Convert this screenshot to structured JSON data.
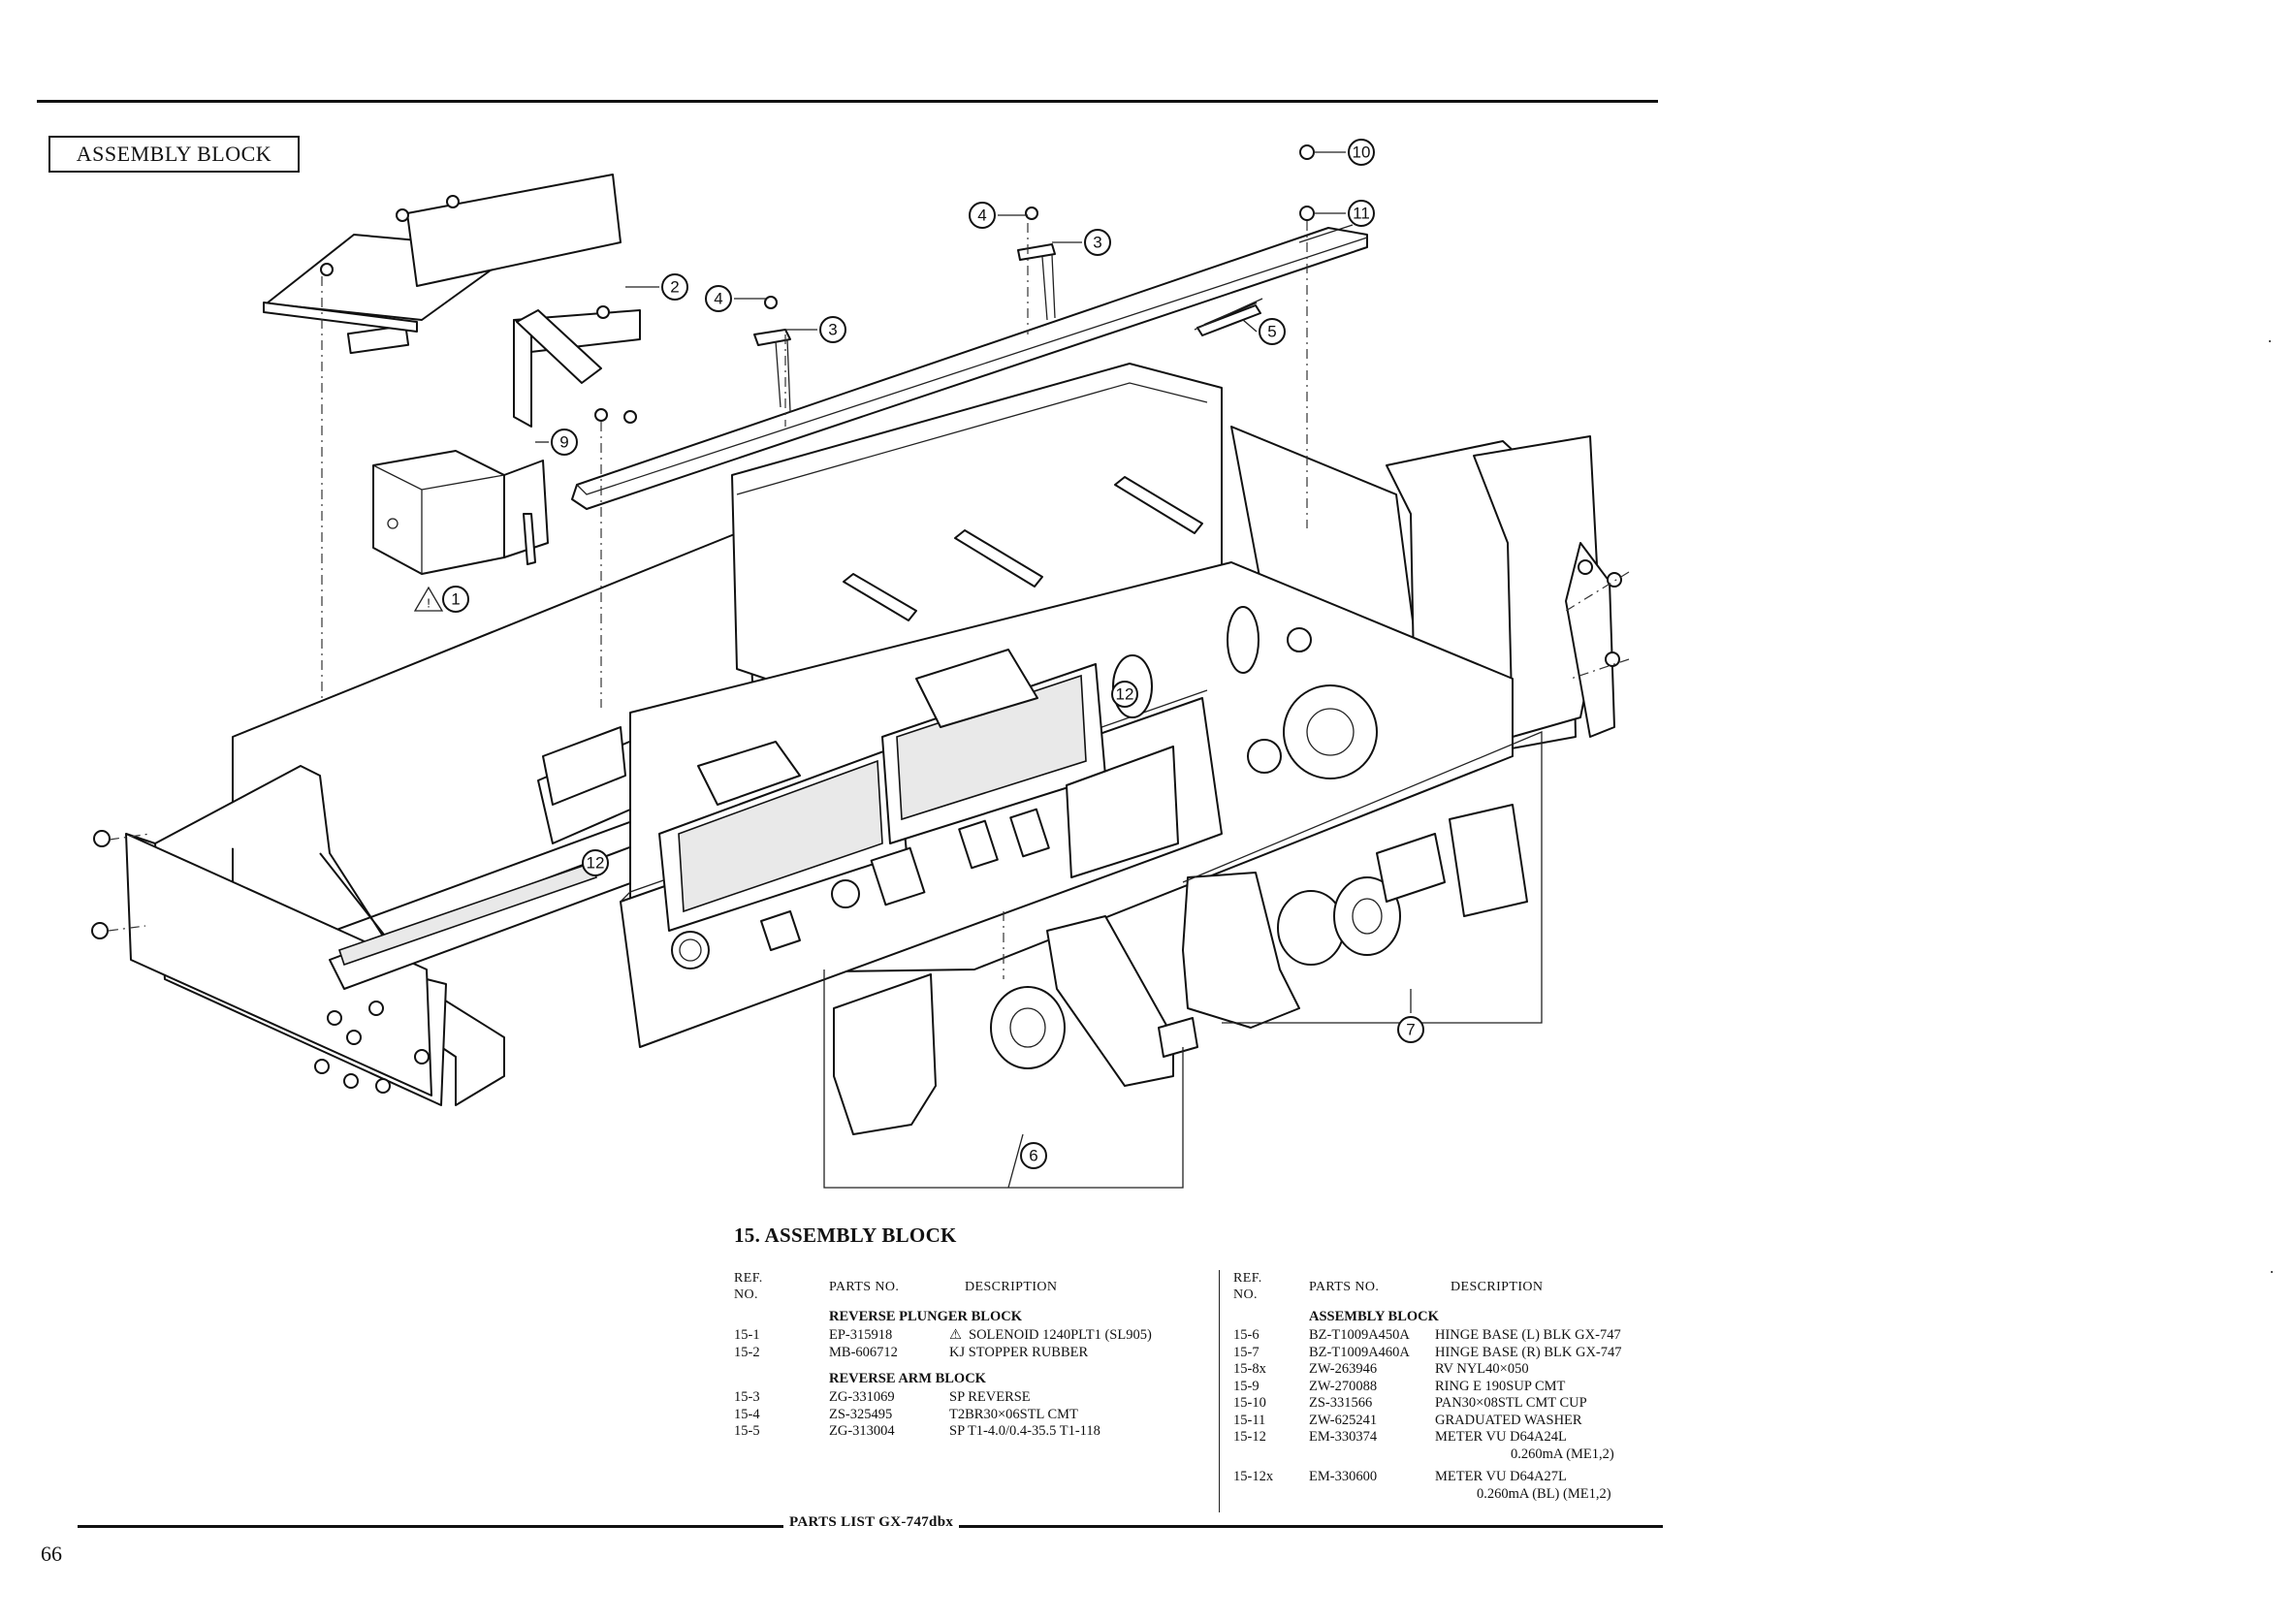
{
  "header": {
    "block_title": "ASSEMBLY BLOCK"
  },
  "callouts": [
    "1",
    "2",
    "3",
    "3",
    "4",
    "4",
    "5",
    "6",
    "7",
    "9",
    "10",
    "11",
    "12",
    "12"
  ],
  "warning_symbol": "warning-triangle-icon",
  "parts_list": {
    "title": "15.  ASSEMBLY BLOCK",
    "headers": {
      "ref": "REF. NO.",
      "parts_no": "PARTS NO.",
      "description": "DESCRIPTION"
    },
    "left_groups": [
      {
        "name": "REVERSE PLUNGER BLOCK",
        "rows": [
          {
            "ref": "15-1",
            "parts_no": "EP-315918",
            "description": "SOLENOID 1240PLT1 (SL905)",
            "warning": true
          },
          {
            "ref": "15-2",
            "parts_no": "MB-606712",
            "description": "KJ STOPPER RUBBER"
          }
        ]
      },
      {
        "name": "REVERSE ARM BLOCK",
        "rows": [
          {
            "ref": "15-3",
            "parts_no": "ZG-331069",
            "description": "SP REVERSE"
          },
          {
            "ref": "15-4",
            "parts_no": "ZS-325495",
            "description": "T2BR30×06STL CMT"
          },
          {
            "ref": "15-5",
            "parts_no": "ZG-313004",
            "description": "SP T1-4.0/0.4-35.5 T1-118"
          }
        ]
      }
    ],
    "right_groups": [
      {
        "name": "ASSEMBLY BLOCK",
        "rows": [
          {
            "ref": "15-6",
            "parts_no": "BZ-T1009A450A",
            "description": "HINGE BASE (L) BLK GX-747"
          },
          {
            "ref": "15-7",
            "parts_no": "BZ-T1009A460A",
            "description": "HINGE BASE (R) BLK GX-747"
          },
          {
            "ref": "15-8x",
            "parts_no": "ZW-263946",
            "description": "RV NYL40×050"
          },
          {
            "ref": "15-9",
            "parts_no": "ZW-270088",
            "description": "RING E 190SUP CMT"
          },
          {
            "ref": "15-10",
            "parts_no": "ZS-331566",
            "description": "PAN30×08STL CMT CUP"
          },
          {
            "ref": "15-11",
            "parts_no": "ZW-625241",
            "description": "GRADUATED WASHER"
          },
          {
            "ref": "15-12",
            "parts_no": "EM-330374",
            "description": "METER VU D64A24L",
            "description2": "0.260mA (ME1,2)"
          },
          {
            "ref": "15-12x",
            "parts_no": "EM-330600",
            "description": "METER VU D64A27L",
            "description2": "0.260mA (BL) (ME1,2)"
          }
        ]
      }
    ]
  },
  "footer": {
    "label": "PARTS LIST GX-747dbx",
    "page_number": "66"
  }
}
